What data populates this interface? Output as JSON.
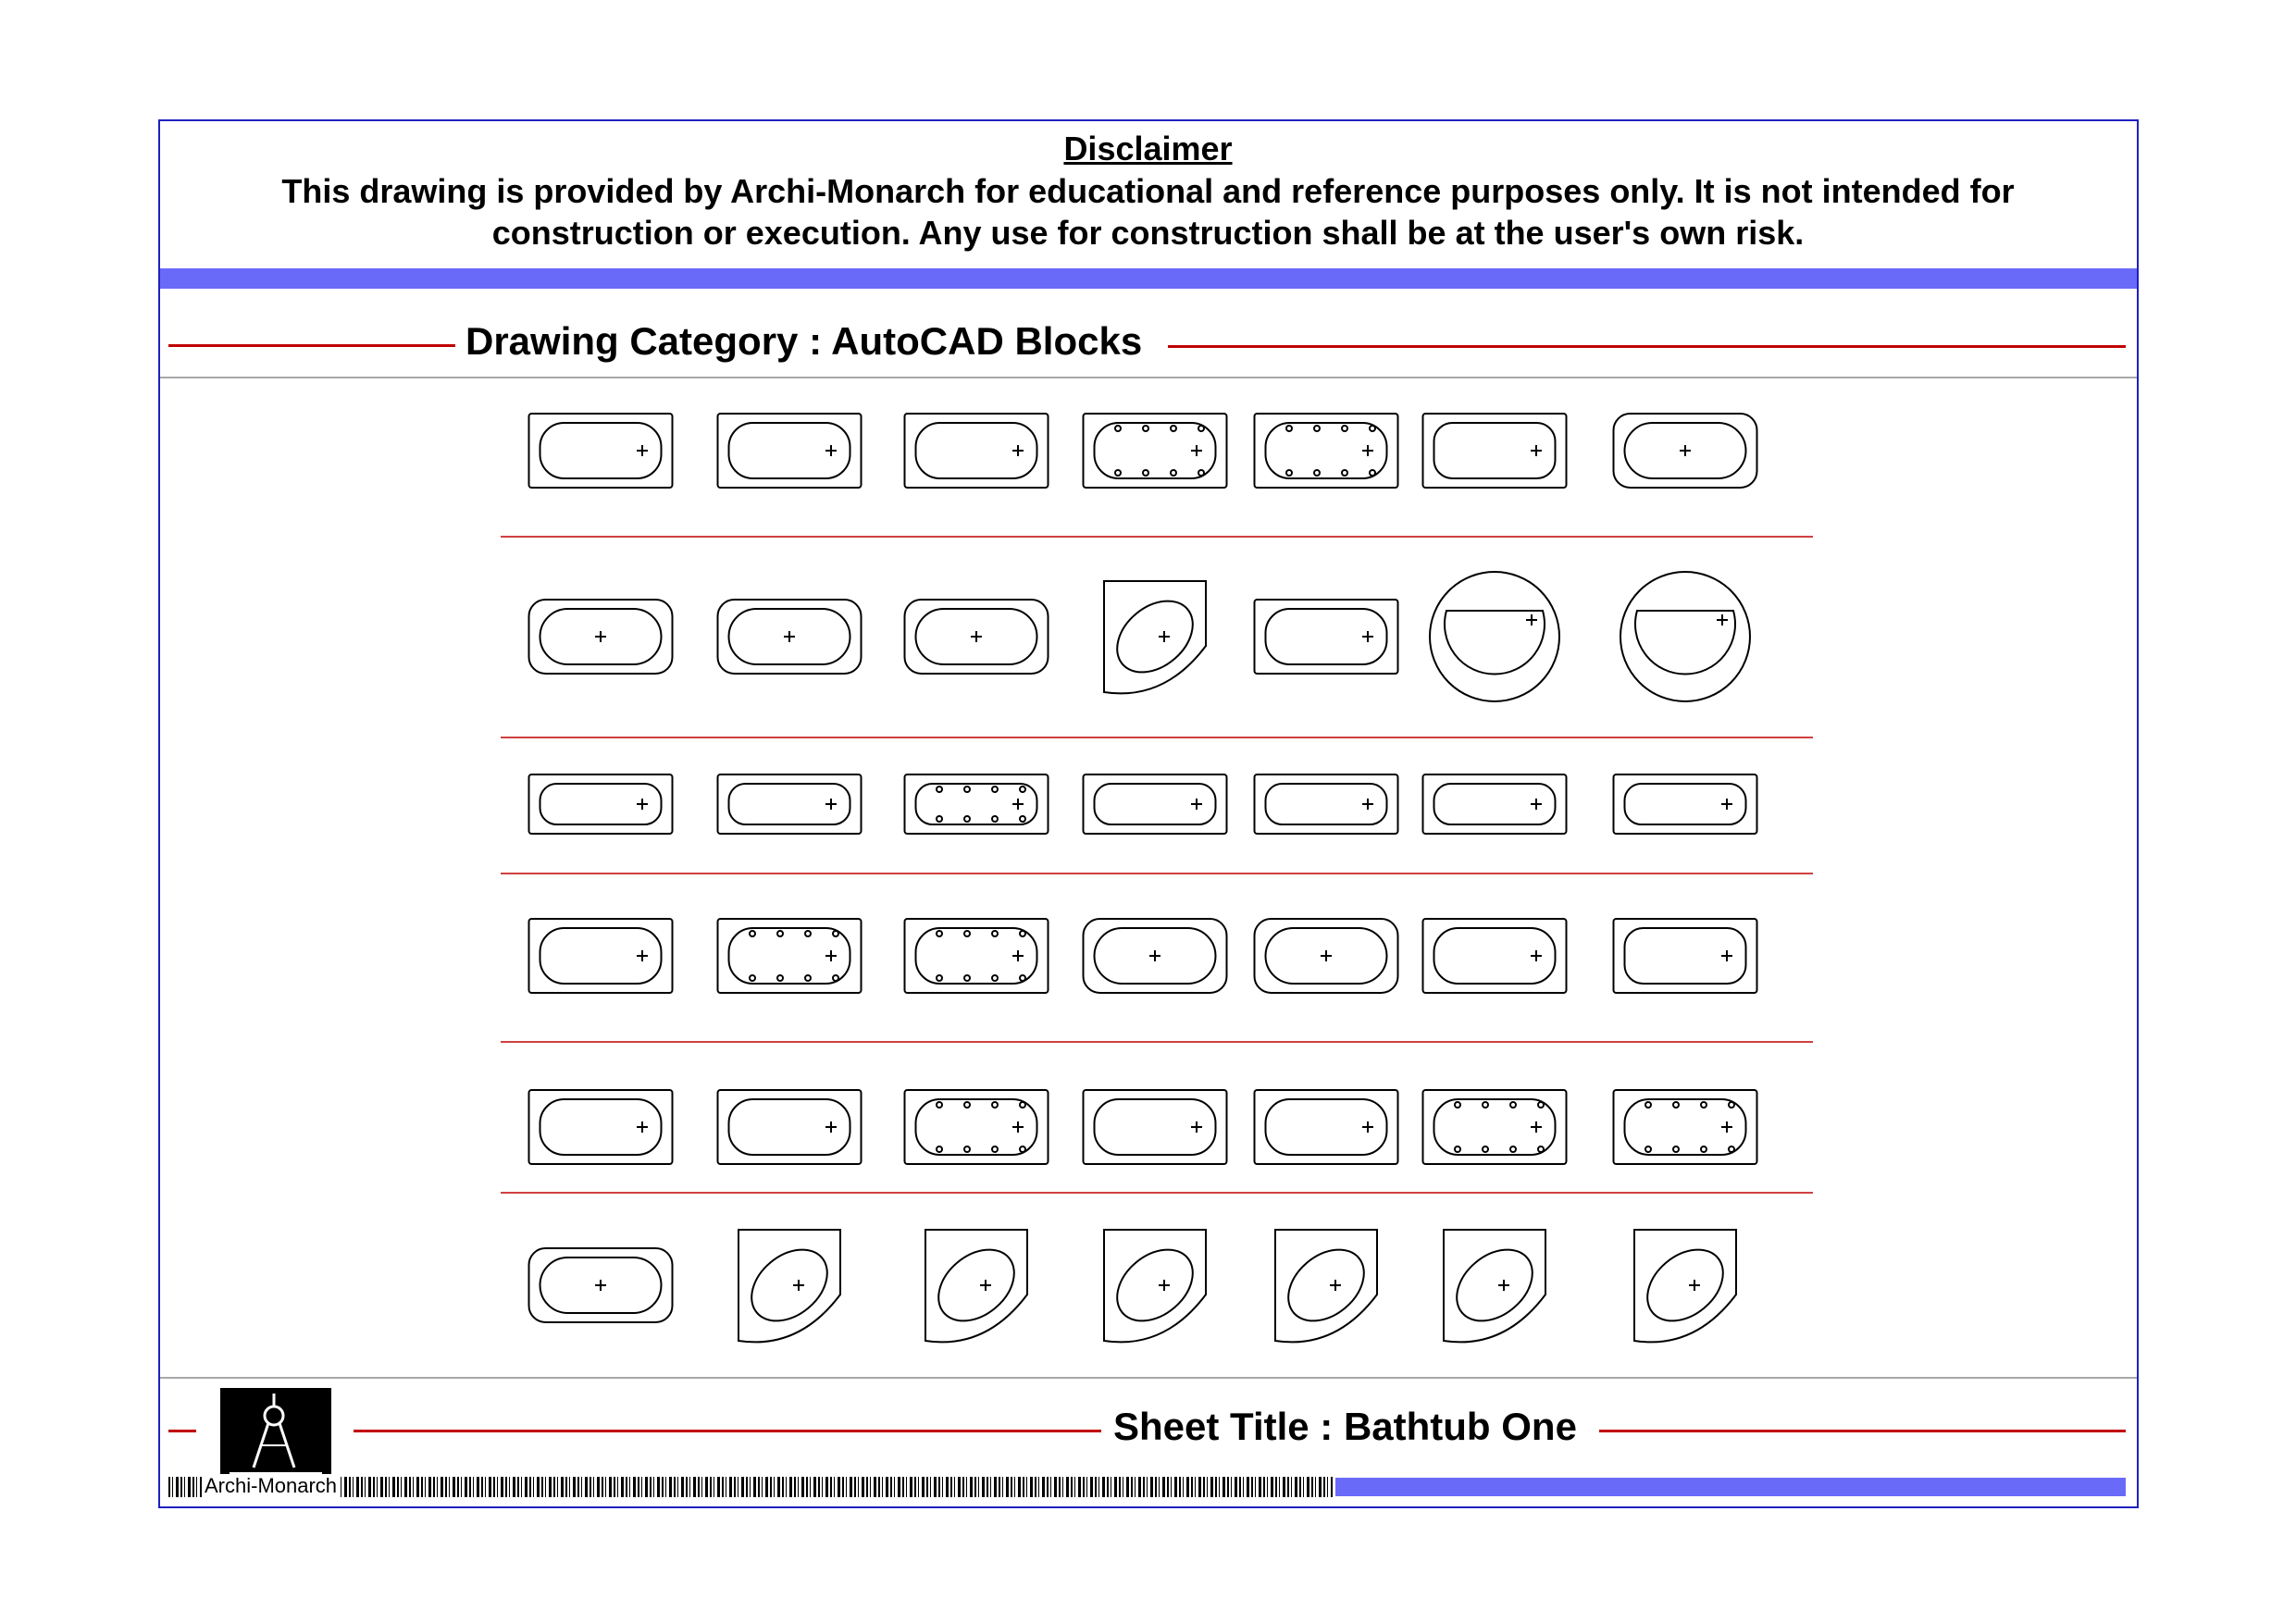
{
  "disclaimer": {
    "title": "Disclaimer",
    "text": "This drawing is provided by Archi-Monarch for educational and reference purposes only. It is not intended for construction or execution. Any use for construction shall be at the user's own risk."
  },
  "category": "Drawing Category : AutoCAD Blocks",
  "sheet_title": "Sheet Title : Bathtub One",
  "brand": "Archi-Monarch",
  "colors": {
    "frame": "#2020c0",
    "band": "#6a6af8",
    "accent_line": "#c00000"
  },
  "blocks": [
    [
      "rect-tub",
      "rect-tub",
      "rect-tub",
      "whirlpool-tub",
      "whirlpool-tub",
      "offset-tub",
      "oval-tub"
    ],
    [
      "oval-tub",
      "oval-tub",
      "oval-tub",
      "corner-tub",
      "rect-tub",
      "round-tub",
      "round-tub"
    ],
    [
      "rect-tub",
      "rect-tub",
      "whirlpool-tub",
      "rect-tub",
      "rect-tub",
      "rect-tub",
      "rect-tub"
    ],
    [
      "rect-tub",
      "whirlpool-tub",
      "whirlpool-tub",
      "oval-tub",
      "oval-tub",
      "rect-tub",
      "offset-tub"
    ],
    [
      "rect-tub",
      "rect-tub",
      "whirlpool-tub",
      "rect-tub",
      "rect-tub",
      "whirlpool-tub",
      "whirlpool-tub"
    ],
    [
      "oval-tub",
      "corner-tub",
      "corner-tub",
      "corner-tub",
      "corner-tub",
      "corner-tub",
      "corner-tub"
    ]
  ]
}
